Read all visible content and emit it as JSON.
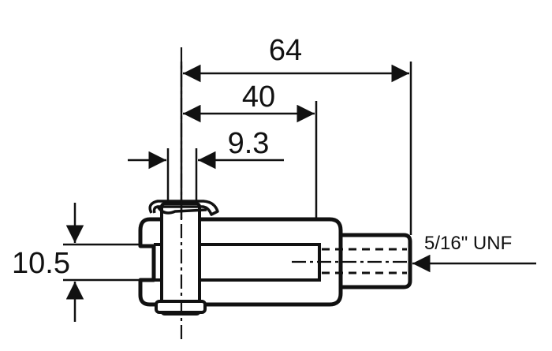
{
  "drawing": {
    "type": "technical drawing - clevis / fork head",
    "dimensions": {
      "overall_length": "64",
      "fork_length": "40",
      "pin_diameter": "9.3",
      "slot_width": "10.5",
      "thread_callout": "5/16\" UNF"
    },
    "colors": {
      "ink": "#111111",
      "paper": "#ffffff"
    }
  }
}
